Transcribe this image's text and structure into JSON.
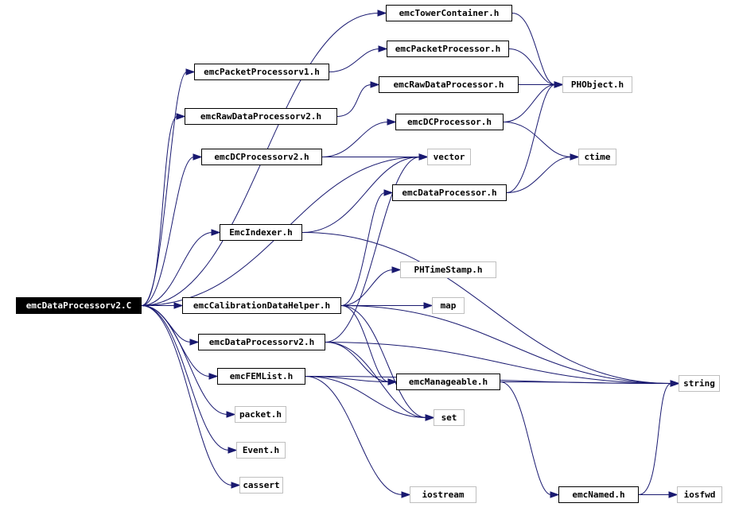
{
  "diagram": {
    "type": "include-dependency-graph",
    "colors": {
      "edge": "#191970",
      "root_bg": "#000000",
      "root_text": "#ffffff",
      "node_border": "#000000",
      "external_border": "#bfbfbf"
    },
    "nodes": {
      "root": "emcDataProcessorv2.C",
      "tower": "emcTowerContainer.h",
      "pp": "emcPacketProcessor.h",
      "ppv1": "emcPacketProcessorv1.h",
      "rdp": "emcRawDataProcessor.h",
      "phobject": "PHObject.h",
      "rdpv2": "emcRawDataProcessorv2.h",
      "dcp": "emcDCProcessor.h",
      "dcpv2": "emcDCProcessorv2.h",
      "vector": "vector",
      "ctime": "ctime",
      "dp": "emcDataProcessor.h",
      "indexer": "EmcIndexer.h",
      "timestamp": "PHTimeStamp.h",
      "cdh": "emcCalibrationDataHelper.h",
      "map": "map",
      "dpv2": "emcDataProcessorv2.h",
      "string": "string",
      "manageable": "emcManageable.h",
      "femlist": "emcFEMList.h",
      "set": "set",
      "packet": "packet.h",
      "event": "Event.h",
      "cassert": "cassert",
      "iostream": "iostream",
      "named": "emcNamed.h",
      "iosfwd": "iosfwd"
    },
    "edges": [
      [
        "root",
        "tower"
      ],
      [
        "root",
        "ppv1"
      ],
      [
        "root",
        "rdpv2"
      ],
      [
        "root",
        "dcpv2"
      ],
      [
        "root",
        "indexer"
      ],
      [
        "root",
        "cdh"
      ],
      [
        "root",
        "dpv2"
      ],
      [
        "root",
        "femlist"
      ],
      [
        "root",
        "packet"
      ],
      [
        "root",
        "event"
      ],
      [
        "root",
        "cassert"
      ],
      [
        "root",
        "vector"
      ],
      [
        "ppv1",
        "pp"
      ],
      [
        "rdpv2",
        "rdp"
      ],
      [
        "dcpv2",
        "dcp"
      ],
      [
        "dcpv2",
        "vector"
      ],
      [
        "tower",
        "phobject"
      ],
      [
        "pp",
        "phobject"
      ],
      [
        "rdp",
        "phobject"
      ],
      [
        "dcp",
        "phobject"
      ],
      [
        "dcp",
        "ctime"
      ],
      [
        "dp",
        "phobject"
      ],
      [
        "dp",
        "ctime"
      ],
      [
        "indexer",
        "vector"
      ],
      [
        "indexer",
        "string"
      ],
      [
        "cdh",
        "timestamp"
      ],
      [
        "cdh",
        "map"
      ],
      [
        "cdh",
        "string"
      ],
      [
        "cdh",
        "manageable"
      ],
      [
        "cdh",
        "set"
      ],
      [
        "cdh",
        "dp"
      ],
      [
        "dpv2",
        "vector"
      ],
      [
        "dpv2",
        "manageable"
      ],
      [
        "dpv2",
        "set"
      ],
      [
        "dpv2",
        "string"
      ],
      [
        "femlist",
        "manageable"
      ],
      [
        "femlist",
        "set"
      ],
      [
        "femlist",
        "string"
      ],
      [
        "femlist",
        "iostream"
      ],
      [
        "manageable",
        "string"
      ],
      [
        "manageable",
        "named"
      ],
      [
        "named",
        "string"
      ],
      [
        "named",
        "iosfwd"
      ]
    ]
  }
}
